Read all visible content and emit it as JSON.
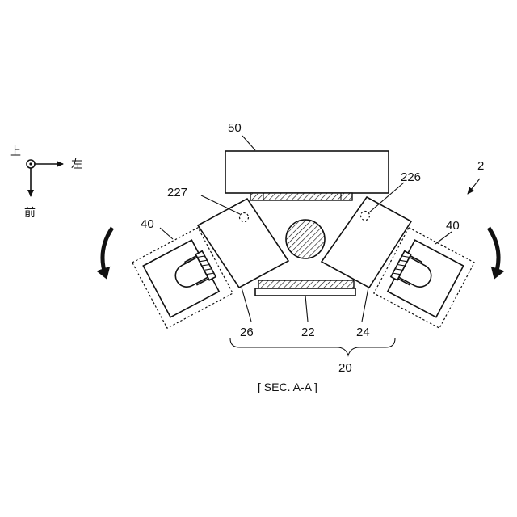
{
  "axes": {
    "up": "上",
    "left": "左",
    "front": "前"
  },
  "labels": {
    "l50": "50",
    "l227": "227",
    "l226": "226",
    "l2": "2",
    "l40_left": "40",
    "l40_right": "40",
    "l26": "26",
    "l22": "22",
    "l24": "24",
    "l20": "20"
  },
  "caption": "[ SEC. A-A ]"
}
